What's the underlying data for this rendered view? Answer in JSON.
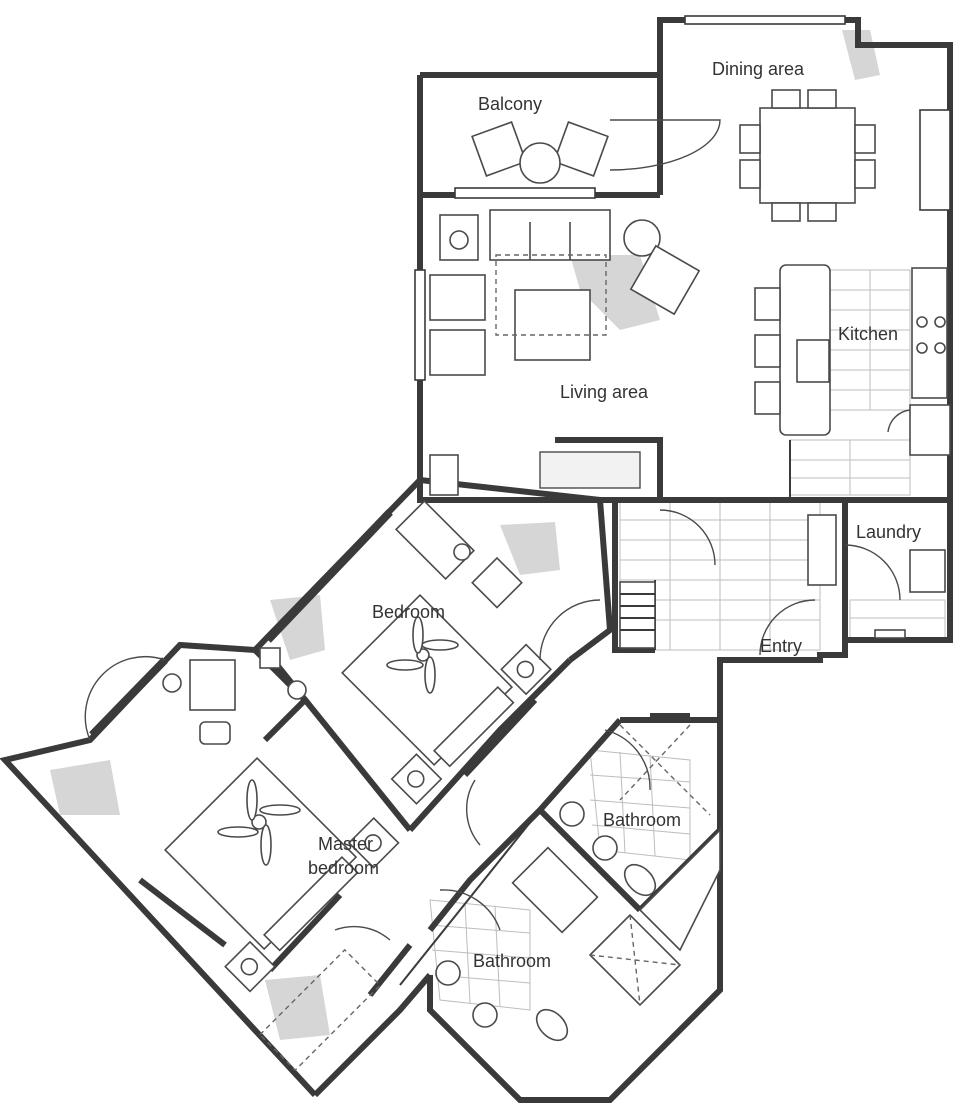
{
  "rooms": {
    "dining": "Dining area",
    "balcony": "Balcony",
    "kitchen": "Kitchen",
    "living": "Living area",
    "laundry": "Laundry",
    "bedroom": "Bedroom",
    "entry": "Entry",
    "master_line1": "Master",
    "master_line2": "bedroom",
    "bath1": "Bathroom",
    "bath2": "Bathroom"
  },
  "colors": {
    "wall": "#3a3a3a",
    "tile": "#bdbdbd",
    "texture": "#cfcfcf"
  }
}
